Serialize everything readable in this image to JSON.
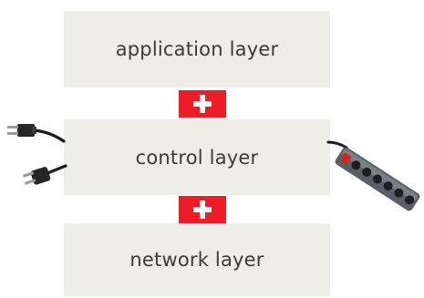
{
  "layers": [
    {
      "label": "application layer"
    },
    {
      "label": "control layer"
    },
    {
      "label": "network layer"
    }
  ],
  "colors": {
    "layer_fill": "#eeeee6",
    "connector_red": "#ee1c24",
    "text": "#3a3a3a"
  },
  "icons": {
    "connectors": "plus-connector-icon",
    "left_plugs": "power-plug-icon",
    "right_strip": "power-strip-icon"
  }
}
